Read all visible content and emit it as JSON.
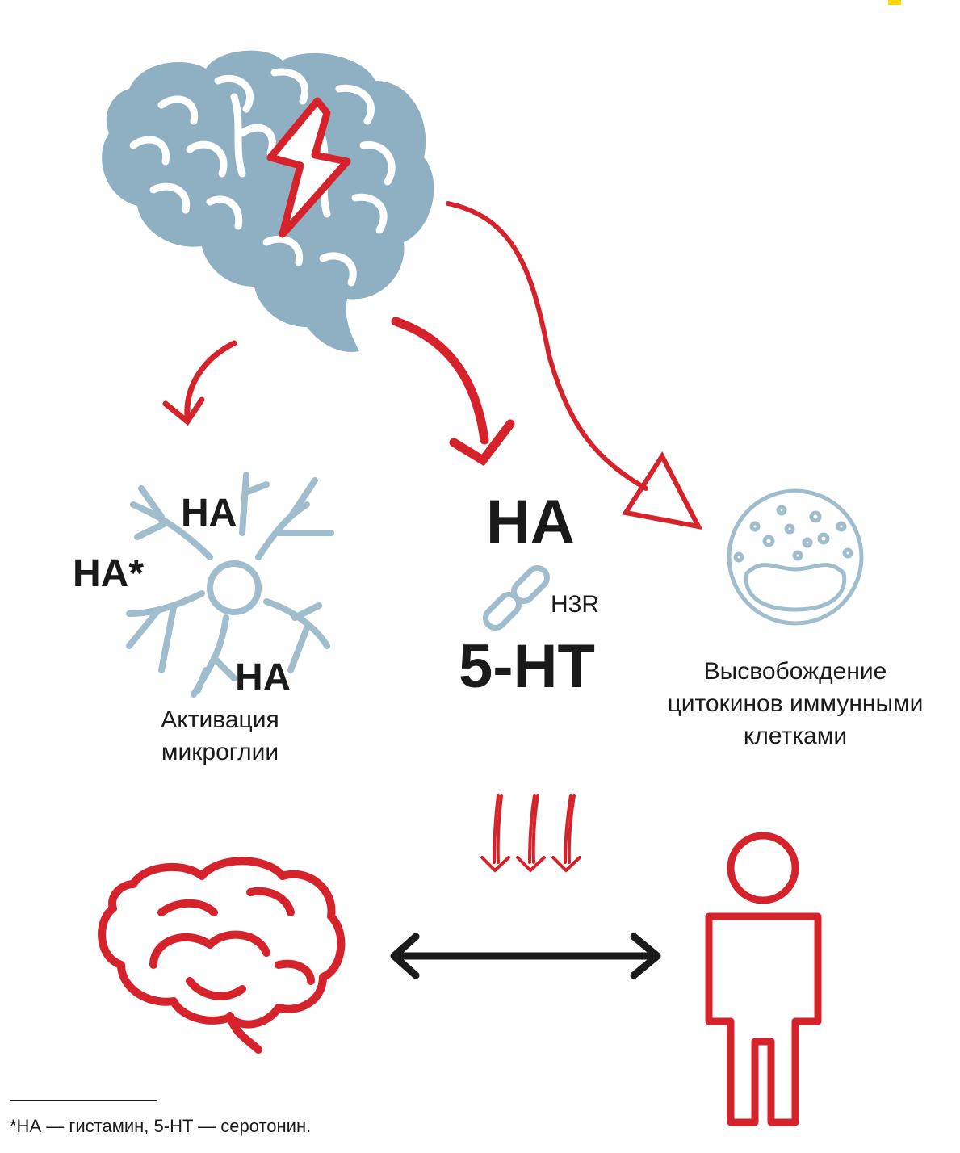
{
  "colors": {
    "brain_fill": "#8fb0c3",
    "red": "#d6222a",
    "cell_stroke": "#9fbdcd",
    "arrow_dark": "#1a1a1a",
    "corner_accent": "#ffd400"
  },
  "microglia": {
    "label_line1": "Активация",
    "label_line2": "микроглии",
    "ha_top": "НА",
    "ha_left": "НА*",
    "ha_bottom": "НА"
  },
  "center": {
    "ha": "НА",
    "receptor": "H3R",
    "serotonin": "5-HT"
  },
  "immune": {
    "line1": "Высвобождение",
    "line2": "цитокинов иммунными",
    "line3": "клетками"
  },
  "icons": {
    "top_brain": "brain-icon",
    "lightning": "lightning-icon",
    "chain": "chain-link-icon",
    "immune_cell": "immune-cell-icon",
    "bottom_brain": "brain-outline-icon",
    "person": "person-icon",
    "down_arrows": "triple-down-arrow-icon",
    "double_arrow": "double-arrow-icon"
  },
  "footnote": "*НА — гистамин, 5-HT — серотонин."
}
